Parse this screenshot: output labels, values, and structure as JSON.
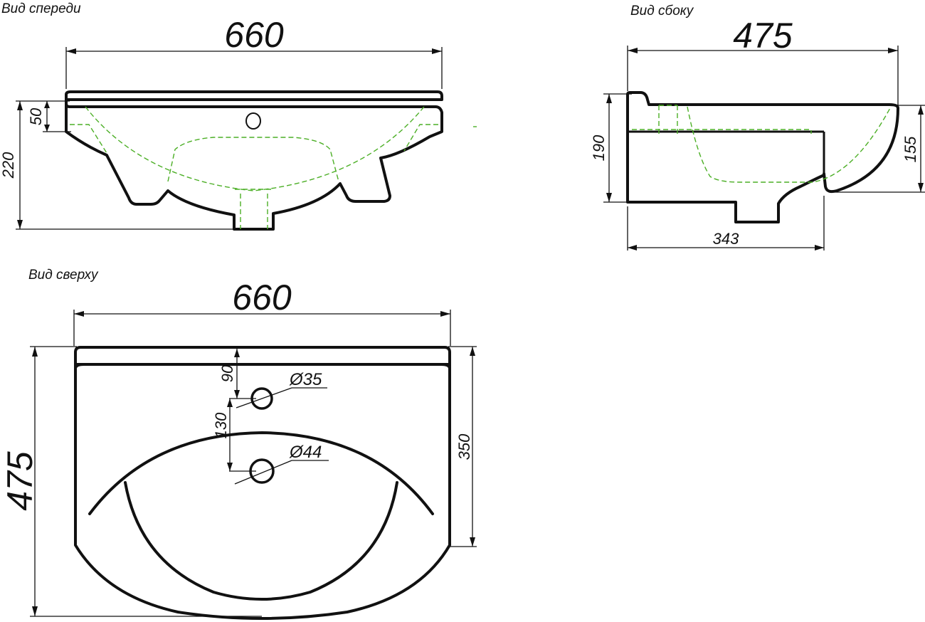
{
  "views": {
    "front": {
      "label": "Вид спереди",
      "width": "660",
      "height_total": "220",
      "height_rim": "50"
    },
    "side": {
      "label": "Вид сбоку",
      "depth": "475",
      "height": "190",
      "bowl_height": "155",
      "body_depth": "343"
    },
    "top": {
      "label": "Вид сверху",
      "width": "660",
      "depth": "475",
      "inner_depth": "350",
      "tap_offset": "90",
      "drain_offset": "130",
      "tap_hole": "Ø35",
      "drain_hole": "Ø44"
    }
  },
  "colors": {
    "outline": "#111111",
    "hidden_line": "#4caf26",
    "background": "#ffffff"
  }
}
